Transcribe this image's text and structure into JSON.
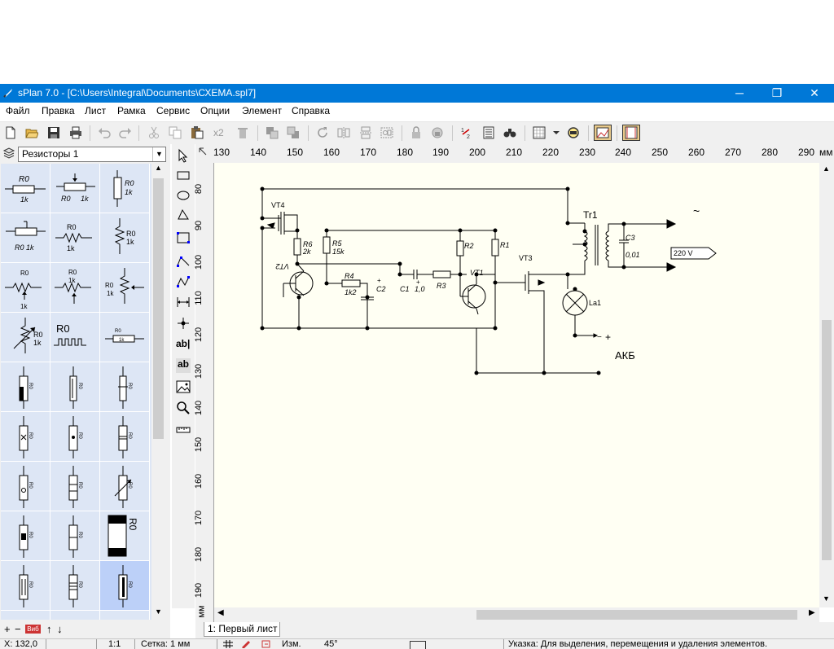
{
  "window": {
    "title": "sPlan 7.0 - [C:\\Users\\Integral\\Documents\\СХЕМА.spl7]",
    "minimize_glyph": "─",
    "restore_glyph": "❐",
    "close_glyph": "✕"
  },
  "menu": {
    "items": [
      "Файл",
      "Правка",
      "Лист",
      "Рамка",
      "Сервис",
      "Опции",
      "Элемент",
      "Справка"
    ]
  },
  "toolbar": {
    "icons": [
      "new-file-icon",
      "open-folder-icon",
      "save-icon",
      "print-icon",
      "undo-icon",
      "redo-icon",
      "cut-icon",
      "copy-icon",
      "paste-icon",
      "duplicate-icon",
      "delete-icon",
      "to-front-icon",
      "to-back-icon",
      "rotate-icon",
      "mirror-h-icon",
      "mirror-v-icon",
      "group-icon",
      "lock-icon",
      "unlock-icon",
      "renumber-icon",
      "parts-list-icon",
      "find-icon",
      "grid-icon",
      "zoom-icon",
      "frame-icon",
      "page-frame-icon"
    ],
    "duplicate_label": "x2"
  },
  "library": {
    "selected": "Резисторы 1",
    "nav": {
      "add": "+",
      "remove": "−",
      "lib_label": "Bиб",
      "up": "↑",
      "down": "↓"
    }
  },
  "tools": [
    "pointer-icon",
    "rectangle-icon",
    "ellipse-icon",
    "polygon-icon",
    "bezier-icon",
    "polyline-icon",
    "curve-icon",
    "dimension-icon",
    "junction-icon",
    "text-icon",
    "textbox-icon",
    "image-icon",
    "magnifier-icon",
    "measure-icon"
  ],
  "ruler": {
    "h_ticks": [
      "130",
      "140",
      "150",
      "160",
      "170",
      "180",
      "190",
      "200",
      "210",
      "220",
      "230",
      "240",
      "250",
      "260",
      "270",
      "280",
      "290"
    ],
    "h_unit": "мм",
    "v_ticks": [
      "80",
      "90",
      "100",
      "110",
      "120",
      "130",
      "140",
      "150",
      "160",
      "170",
      "180",
      "190"
    ],
    "v_unit": "мм"
  },
  "schematic": {
    "labels": {
      "vt4": "VT4",
      "r6": "R6",
      "r6v": "2k",
      "r5": "R5",
      "r5v": "15k",
      "vt2": "VT2",
      "r4": "R4",
      "r4v": "1k2",
      "c2": "C2",
      "c1": "C1",
      "c1v": "1,0",
      "r3": "R3",
      "r2": "R2",
      "r1": "R1",
      "vt1": "VT1",
      "vt3": "VT3",
      "tr1": "Tr1",
      "c3": "C3",
      "c3v": "0,01",
      "out": "220 V",
      "la1": "La1",
      "batt": "АКБ",
      "plus": "+",
      "minus": "−",
      "ac": "~"
    }
  },
  "sheets": [
    {
      "label": "1: Первый лист"
    }
  ],
  "status": {
    "coords": "X: 132,0",
    "scale": "1:1",
    "grid": "Сетка: 1 мм",
    "snap": "Изм.",
    "angle": "45°",
    "hint": "Указка: Для выделения, перемещения и удаления элементов."
  },
  "colors": {
    "titlebar": "#0078d7",
    "canvas": "#fffff3",
    "library": "#dde6f5",
    "selected_cell": "#bcd0f8"
  }
}
